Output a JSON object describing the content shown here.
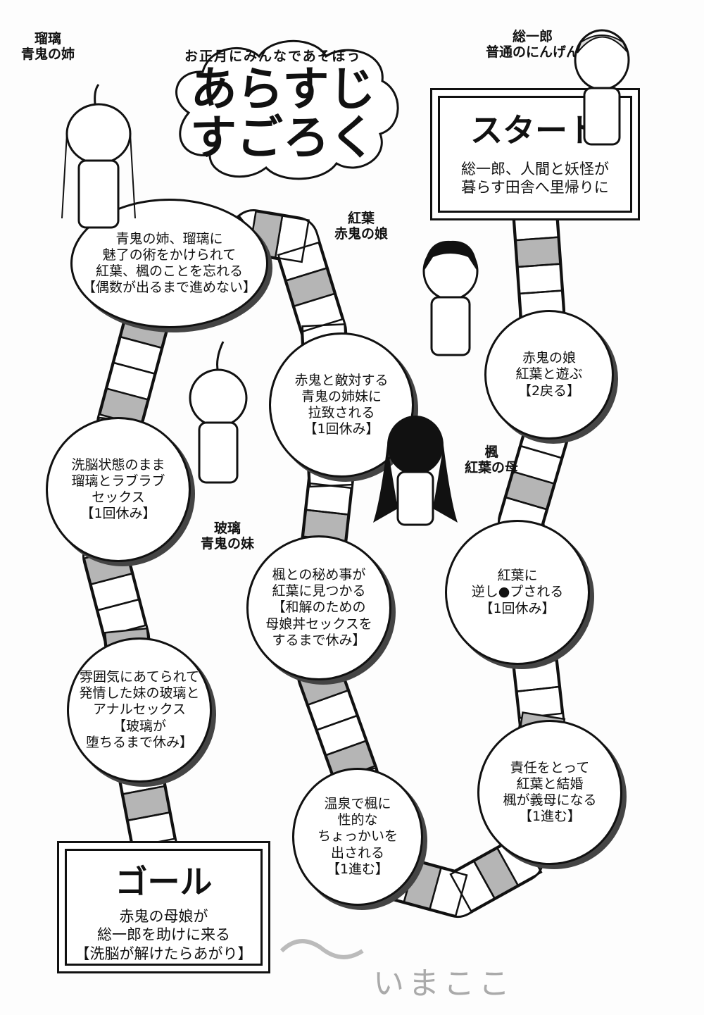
{
  "title": {
    "subtitle": "お正月にみんなであそぼう",
    "main": "あらすじ\nすごろく"
  },
  "start": {
    "heading": "スタート",
    "text": "総一郎、人間と妖怪が\n暮らす田舎へ里帰りに"
  },
  "goal": {
    "heading": "ゴール",
    "text": "赤鬼の母娘が\n総一郎を助けに来る\n【洗脳が解けたらあがり】"
  },
  "cells": [
    {
      "text": "赤鬼の娘\n紅葉と遊ぶ\n【2戻る】"
    },
    {
      "text": "紅葉に\n逆し●プされる\n【1回休み】"
    },
    {
      "text": "責任をとって\n紅葉と結婚\n楓が義母になる\n【1進む】"
    },
    {
      "text": "温泉で楓に\n性的な\nちょっかいを\n出される\n【1進む】"
    },
    {
      "text": "楓との秘め事が\n紅葉に見つかる\n【和解のための\n母娘丼セックスを\nするまで休み】"
    },
    {
      "text": "赤鬼と敵対する\n青鬼の姉妹に\n拉致される\n【1回休み】"
    },
    {
      "text": "青鬼の姉、瑠璃に\n魅了の術をかけられて\n紅葉、楓のことを忘れる\n【偶数が出るまで進めない】"
    },
    {
      "text": "洗脳状態のまま\n瑠璃とラブラブ\nセックス\n【1回休み】"
    },
    {
      "text": "雰囲気にあてられて\n発情した妹の玻璃と\nアナルセックス\n【玻璃が\n堕ちるまで休み】"
    }
  ],
  "characters": [
    {
      "name": "総一郎",
      "role": "普通のにんげん"
    },
    {
      "name": "瑠璃",
      "role": "青鬼の姉"
    },
    {
      "name": "紅葉",
      "role": "赤鬼の娘"
    },
    {
      "name": "楓",
      "role": "紅葉の母"
    },
    {
      "name": "玻璃",
      "role": "青鬼の妹"
    }
  ],
  "footer": {
    "here": "いまここ"
  },
  "colors": {
    "ink": "#111111",
    "shade": "#b5b5b5",
    "shadow": "#444444"
  }
}
